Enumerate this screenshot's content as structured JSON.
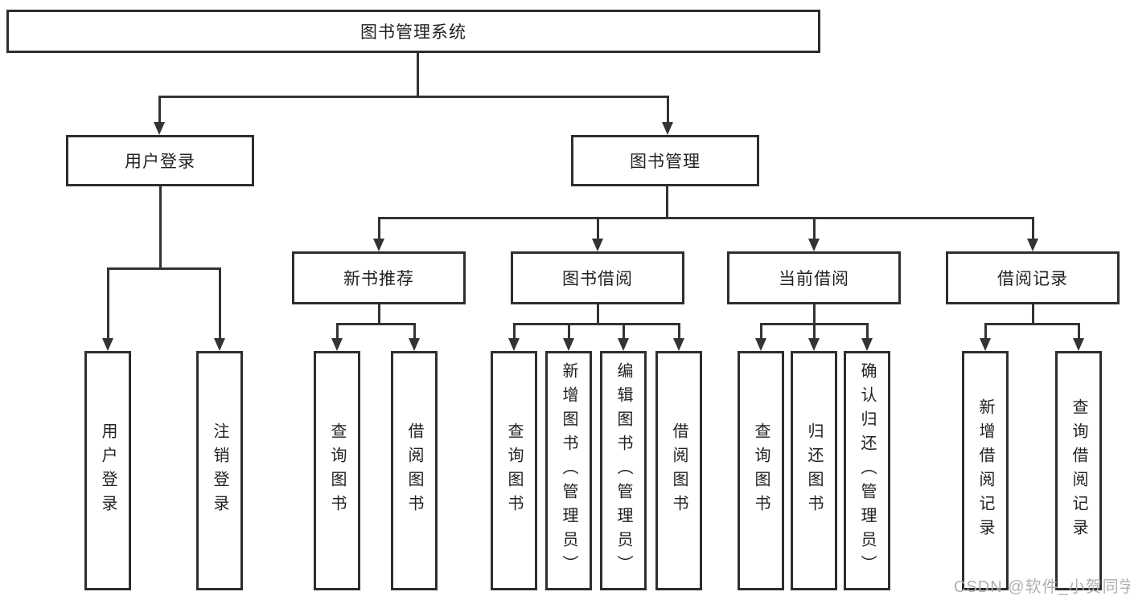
{
  "tree": {
    "root": {
      "label": "图书管理系统"
    },
    "branches": [
      {
        "label": "用户登录",
        "children": [
          {
            "label": "用户登录"
          },
          {
            "label": "注销登录"
          }
        ]
      },
      {
        "label": "图书管理",
        "children": [
          {
            "label": "新书推荐",
            "children": [
              {
                "label": "查询图书"
              },
              {
                "label": "借阅图书"
              }
            ]
          },
          {
            "label": "图书借阅",
            "children": [
              {
                "label": "查询图书"
              },
              {
                "label": "新增图书（管理员）"
              },
              {
                "label": "编辑图书（管理员）"
              },
              {
                "label": "借阅图书"
              }
            ]
          },
          {
            "label": "当前借阅",
            "children": [
              {
                "label": "查询图书"
              },
              {
                "label": "归还图书"
              },
              {
                "label": "确认归还（管理员）"
              }
            ]
          },
          {
            "label": "借阅记录",
            "children": [
              {
                "label": "新增借阅记录"
              },
              {
                "label": "查询借阅记录"
              }
            ]
          }
        ]
      }
    ]
  },
  "watermark": {
    "text": "CSDN @软件_小贺同学"
  },
  "colors": {
    "line": "#333333",
    "border": "#2e2e2e",
    "fill": "#ffffff",
    "text": "#222222",
    "watermark": "#b0b0b0",
    "bg": "#ffffff"
  }
}
